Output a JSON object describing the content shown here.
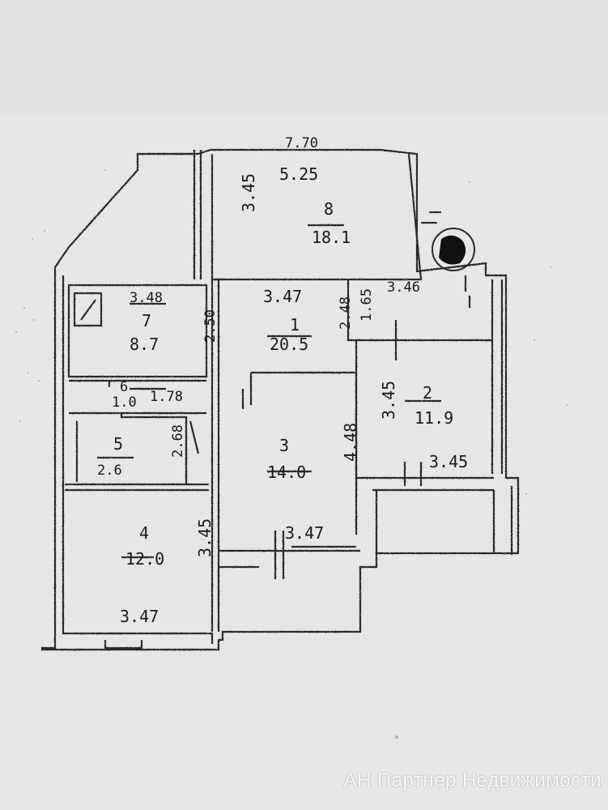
{
  "plan": {
    "top_overall": "7.70",
    "rooms": [
      {
        "number": "8",
        "area": "18.1",
        "width": "5.25",
        "depth": "3.45"
      },
      {
        "number": "7",
        "area": "8.7",
        "width": "3.48",
        "depth": "2.50"
      },
      {
        "number": "1",
        "area": "20.5",
        "width": "3.47",
        "depth": "2.48"
      },
      {
        "number": "2",
        "area": "11.9",
        "width": "3.45",
        "depth": "3.45",
        "extra": "3.46",
        "extra2": "1.65"
      },
      {
        "number": "6",
        "area": "1.0",
        "width": "1.78"
      },
      {
        "number": "5",
        "area": "2.6",
        "depth": "2.68"
      },
      {
        "number": "3",
        "area": "14.0",
        "width": "3.47",
        "depth": "4.48"
      },
      {
        "number": "4",
        "area": "12.0",
        "width": "3.47",
        "depth": "3.45"
      }
    ]
  },
  "watermark": "АН Партнер Недвижимости"
}
